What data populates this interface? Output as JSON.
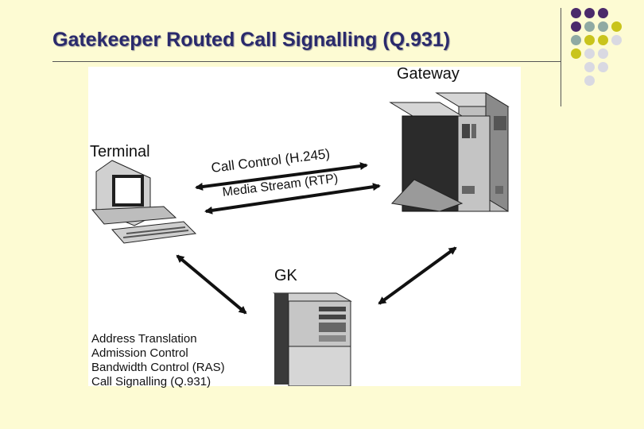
{
  "slide": {
    "title": "Gatekeeper Routed Call Signalling (Q.931)"
  },
  "diagram": {
    "gateway_label": "Gateway",
    "terminal_label": "Terminal",
    "gk_label": "GK",
    "call_control_label": "Call Control (H.245)",
    "media_stream_label": "Media Stream (RTP)",
    "ras_functions": [
      "Address Translation",
      "Admission Control",
      "Bandwidth Control (RAS)",
      "Call Signalling (Q.931)"
    ]
  },
  "colors": {
    "background": "#fdfbd3",
    "title": "#2a2a6c",
    "dot_purple": "#4b2a6b",
    "dot_teal": "#8faaa3",
    "dot_olive": "#c9c41c",
    "dot_light": "#d9d9e2"
  }
}
